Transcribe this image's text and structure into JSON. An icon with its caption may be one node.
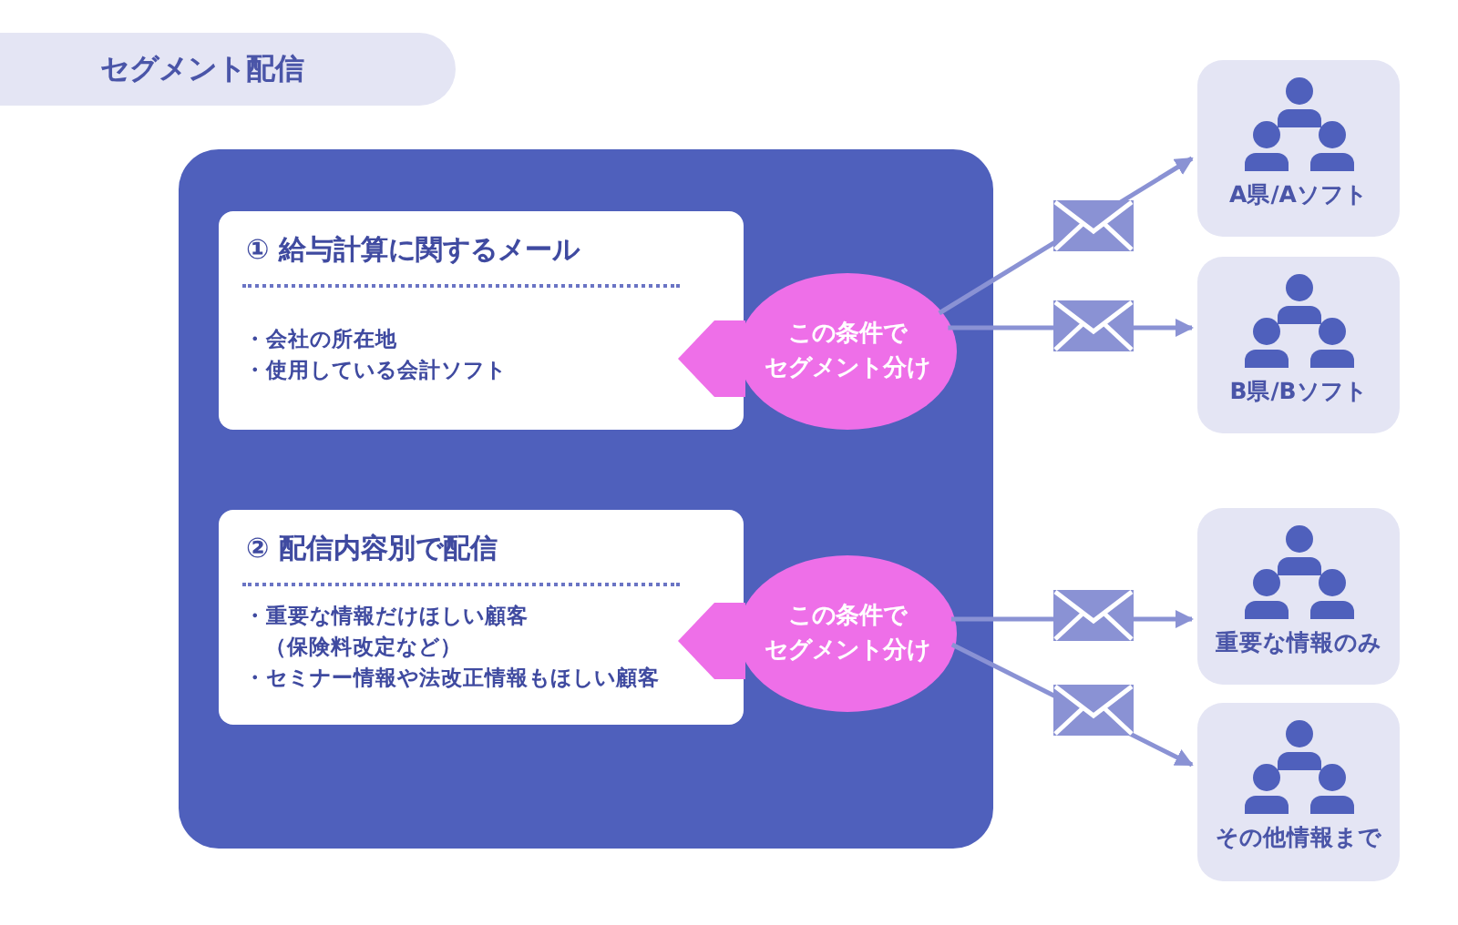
{
  "diagram": {
    "title": "セグメント配信",
    "nodes": [
      {
        "text": [],
        "shape": "box"
      },
      {
        "text": [
          "① 給与計算に関するメール",
          "・会社の所在地",
          "・使用している会計ソフト"
        ],
        "in": 0
      },
      {
        "text": [
          "この条件でセグメント分け"
        ],
        "in": 0
      },
      {
        "text": [
          "② 配信内容別で配信",
          "・重要な情報だけほしい顧客（保険料改定など）",
          "・セミナー情報や法改正情報もほしい顧客"
        ],
        "in": 0
      },
      {
        "text": [
          "この条件でセグメント分け"
        ],
        "in": 0
      },
      {
        "text": [
          "A県/Aソフト"
        ]
      },
      {
        "text": [
          "B県/Bソフト"
        ]
      },
      {
        "text": [
          "重要な情報のみ"
        ]
      },
      {
        "text": [
          "その他情報まで"
        ]
      }
    ],
    "edges": [
      {
        "from": 2,
        "to": 1,
        "arrow": "to",
        "style": "thick",
        "color": "#ee6fe8"
      },
      {
        "from": 2,
        "to": 5,
        "arrow": "to"
      },
      {
        "from": 2,
        "to": 6,
        "arrow": "to"
      },
      {
        "from": 4,
        "to": 3,
        "arrow": "to",
        "style": "thick",
        "color": "#ee6fe8"
      },
      {
        "from": 4,
        "to": 7,
        "arrow": "to"
      },
      {
        "from": 4,
        "to": 8,
        "arrow": "to"
      }
    ]
  }
}
